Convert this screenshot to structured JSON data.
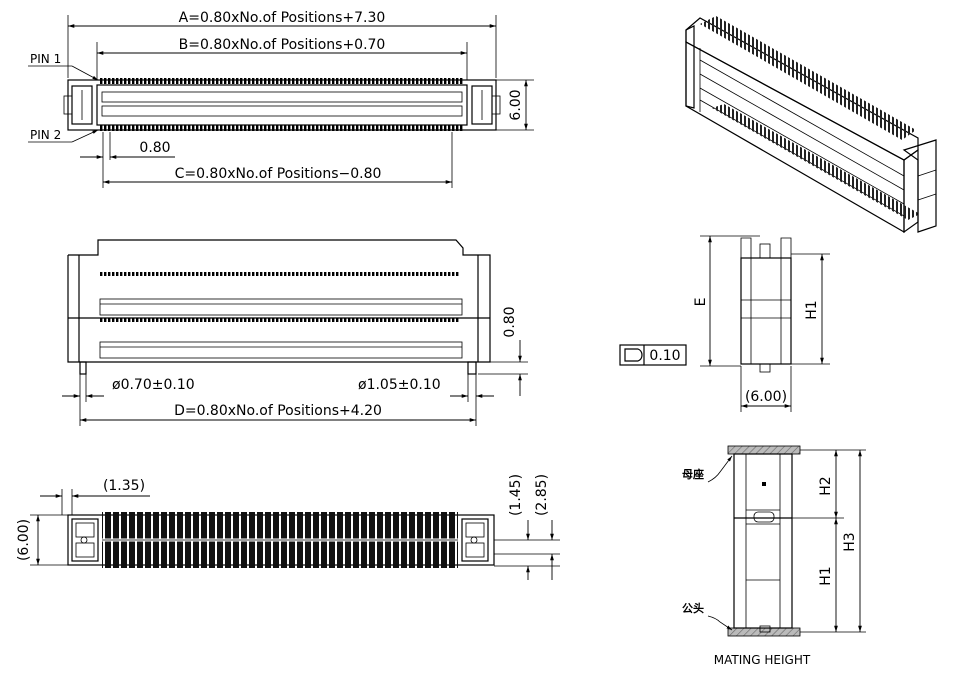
{
  "labels": {
    "dim_a": "A=0.80xNo.of  Positions+7.30",
    "dim_b": "B=0.80xNo.of  Positions+0.70",
    "dim_c": "C=0.80xNo.of  Positions−0.80",
    "dim_d": "D=0.80xNo.of  Positions+4.20",
    "pin1": "PIN 1",
    "pin2": "PIN 2",
    "pitch": "0.80",
    "height_top": "6.00",
    "side_height": "0.80",
    "hole_small": "ø0.70±0.10",
    "hole_large": "ø1.05±0.10",
    "bottom_135": "(1.35)",
    "bottom_600": "(6.00)",
    "bottom_145": "(1.45)",
    "bottom_285": "(2.85)",
    "end_e": "E",
    "end_h1": "H1",
    "end_width": "(6.00)",
    "flatness": "0.10",
    "mate_h1": "H1",
    "mate_h2": "H2",
    "mate_h3": "H3",
    "female": "母座",
    "male": "公头",
    "mating_height": "MATING  HEIGHT"
  }
}
